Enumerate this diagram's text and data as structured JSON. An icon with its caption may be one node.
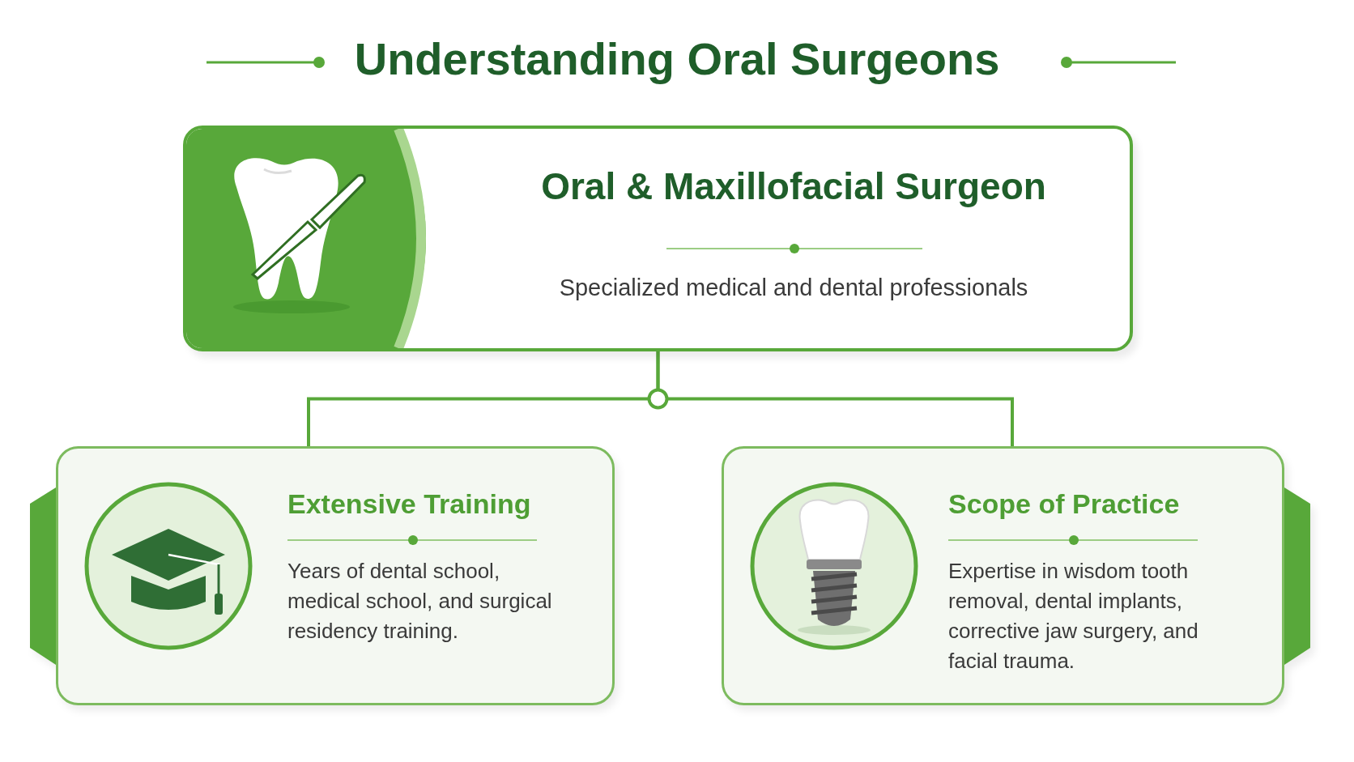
{
  "diagram": {
    "title": "Understanding Oral Surgeons",
    "nodes": [
      {
        "text": [
          "Oral & Maxillofacial Surgeon",
          "Specialized medical and dental professionals"
        ]
      },
      {
        "text": [
          "Extensive Training",
          "Years of dental school, medical school, and surgical residency training."
        ]
      },
      {
        "text": [
          "Scope of Practice",
          "Expertise in wisdom tooth removal, dental implants, corrective jaw surgery, and facial trauma."
        ]
      }
    ],
    "edges": [
      {
        "from": 0,
        "to": 1,
        "arrow": "none"
      },
      {
        "from": 0,
        "to": 2,
        "arrow": "none"
      }
    ]
  }
}
